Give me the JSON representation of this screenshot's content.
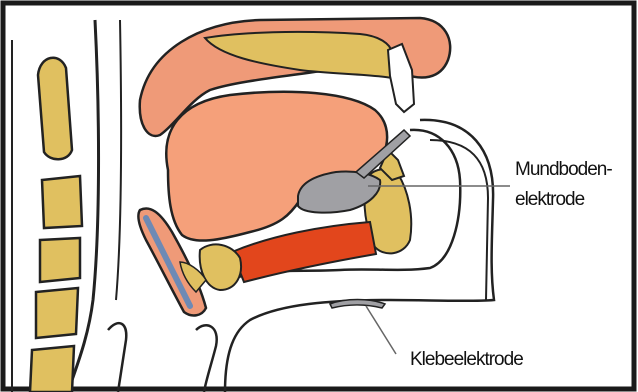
{
  "labels": {
    "mundboden_line1": "Mundboden-",
    "mundboden_line2": "elektrode",
    "klebe": "Klebeelektrode"
  },
  "colors": {
    "frame": "#1a1a1a",
    "vertebra": "#e0c060",
    "palate": "#ef9a78",
    "tongue": "#f5a07a",
    "muscle": "#e2461c",
    "electrode": "#a0a0a4",
    "electrode_blue": "#6d8ab5",
    "outline": "#222222"
  }
}
